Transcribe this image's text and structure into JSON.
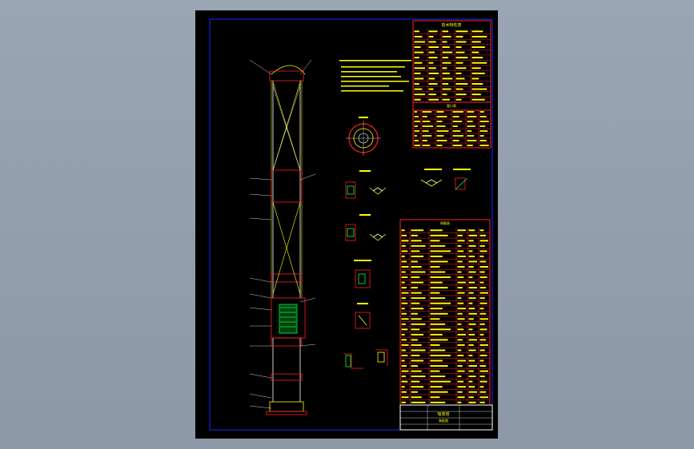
{
  "app": {
    "viewport_name": "cad-drawing-viewport",
    "background": "#96a1b0"
  },
  "drawing": {
    "sheet_background": "#000000",
    "colors": {
      "frame": "#1a2cff",
      "table": "#ff2020",
      "text": "#ffff00",
      "geometry": "#ffffff",
      "accent_green": "#00ff40",
      "accent_cyan": "#00ffff",
      "accent_magenta": "#ff40ff"
    },
    "tech_table_title": "技术特性表",
    "nozzle_table_title": "管口表",
    "parts_table_title": "明细表",
    "title_block_name": "吸收塔",
    "title_block_sub": "装配图"
  }
}
